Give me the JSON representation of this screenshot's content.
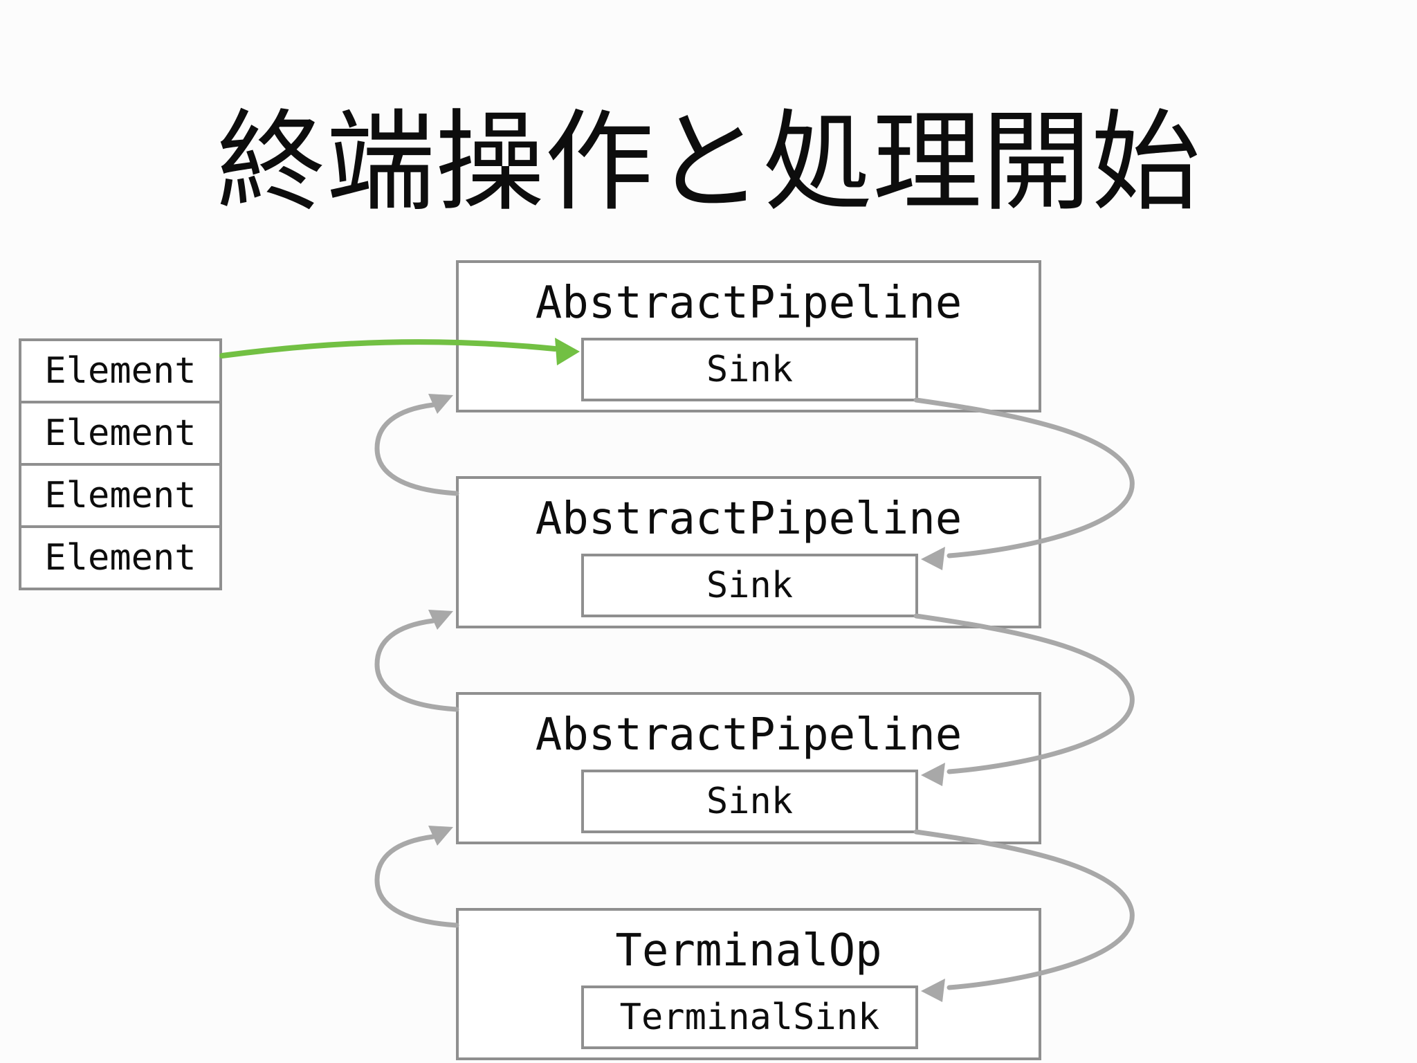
{
  "title": "終端操作と処理開始",
  "element_stack": {
    "labels": [
      "Element",
      "Element",
      "Element",
      "Element"
    ]
  },
  "pipelines": [
    {
      "name": "AbstractPipeline",
      "sink": "Sink"
    },
    {
      "name": "AbstractPipeline",
      "sink": "Sink"
    },
    {
      "name": "AbstractPipeline",
      "sink": "Sink"
    },
    {
      "name": "TerminalOp",
      "sink": "TerminalSink"
    }
  ],
  "colors": {
    "green_arrow": "#72c043",
    "gray_arrow": "#a8a8a8",
    "box_border": "#8f8f8f",
    "text": "#0d0d0d",
    "background": "#fcfcfc"
  }
}
